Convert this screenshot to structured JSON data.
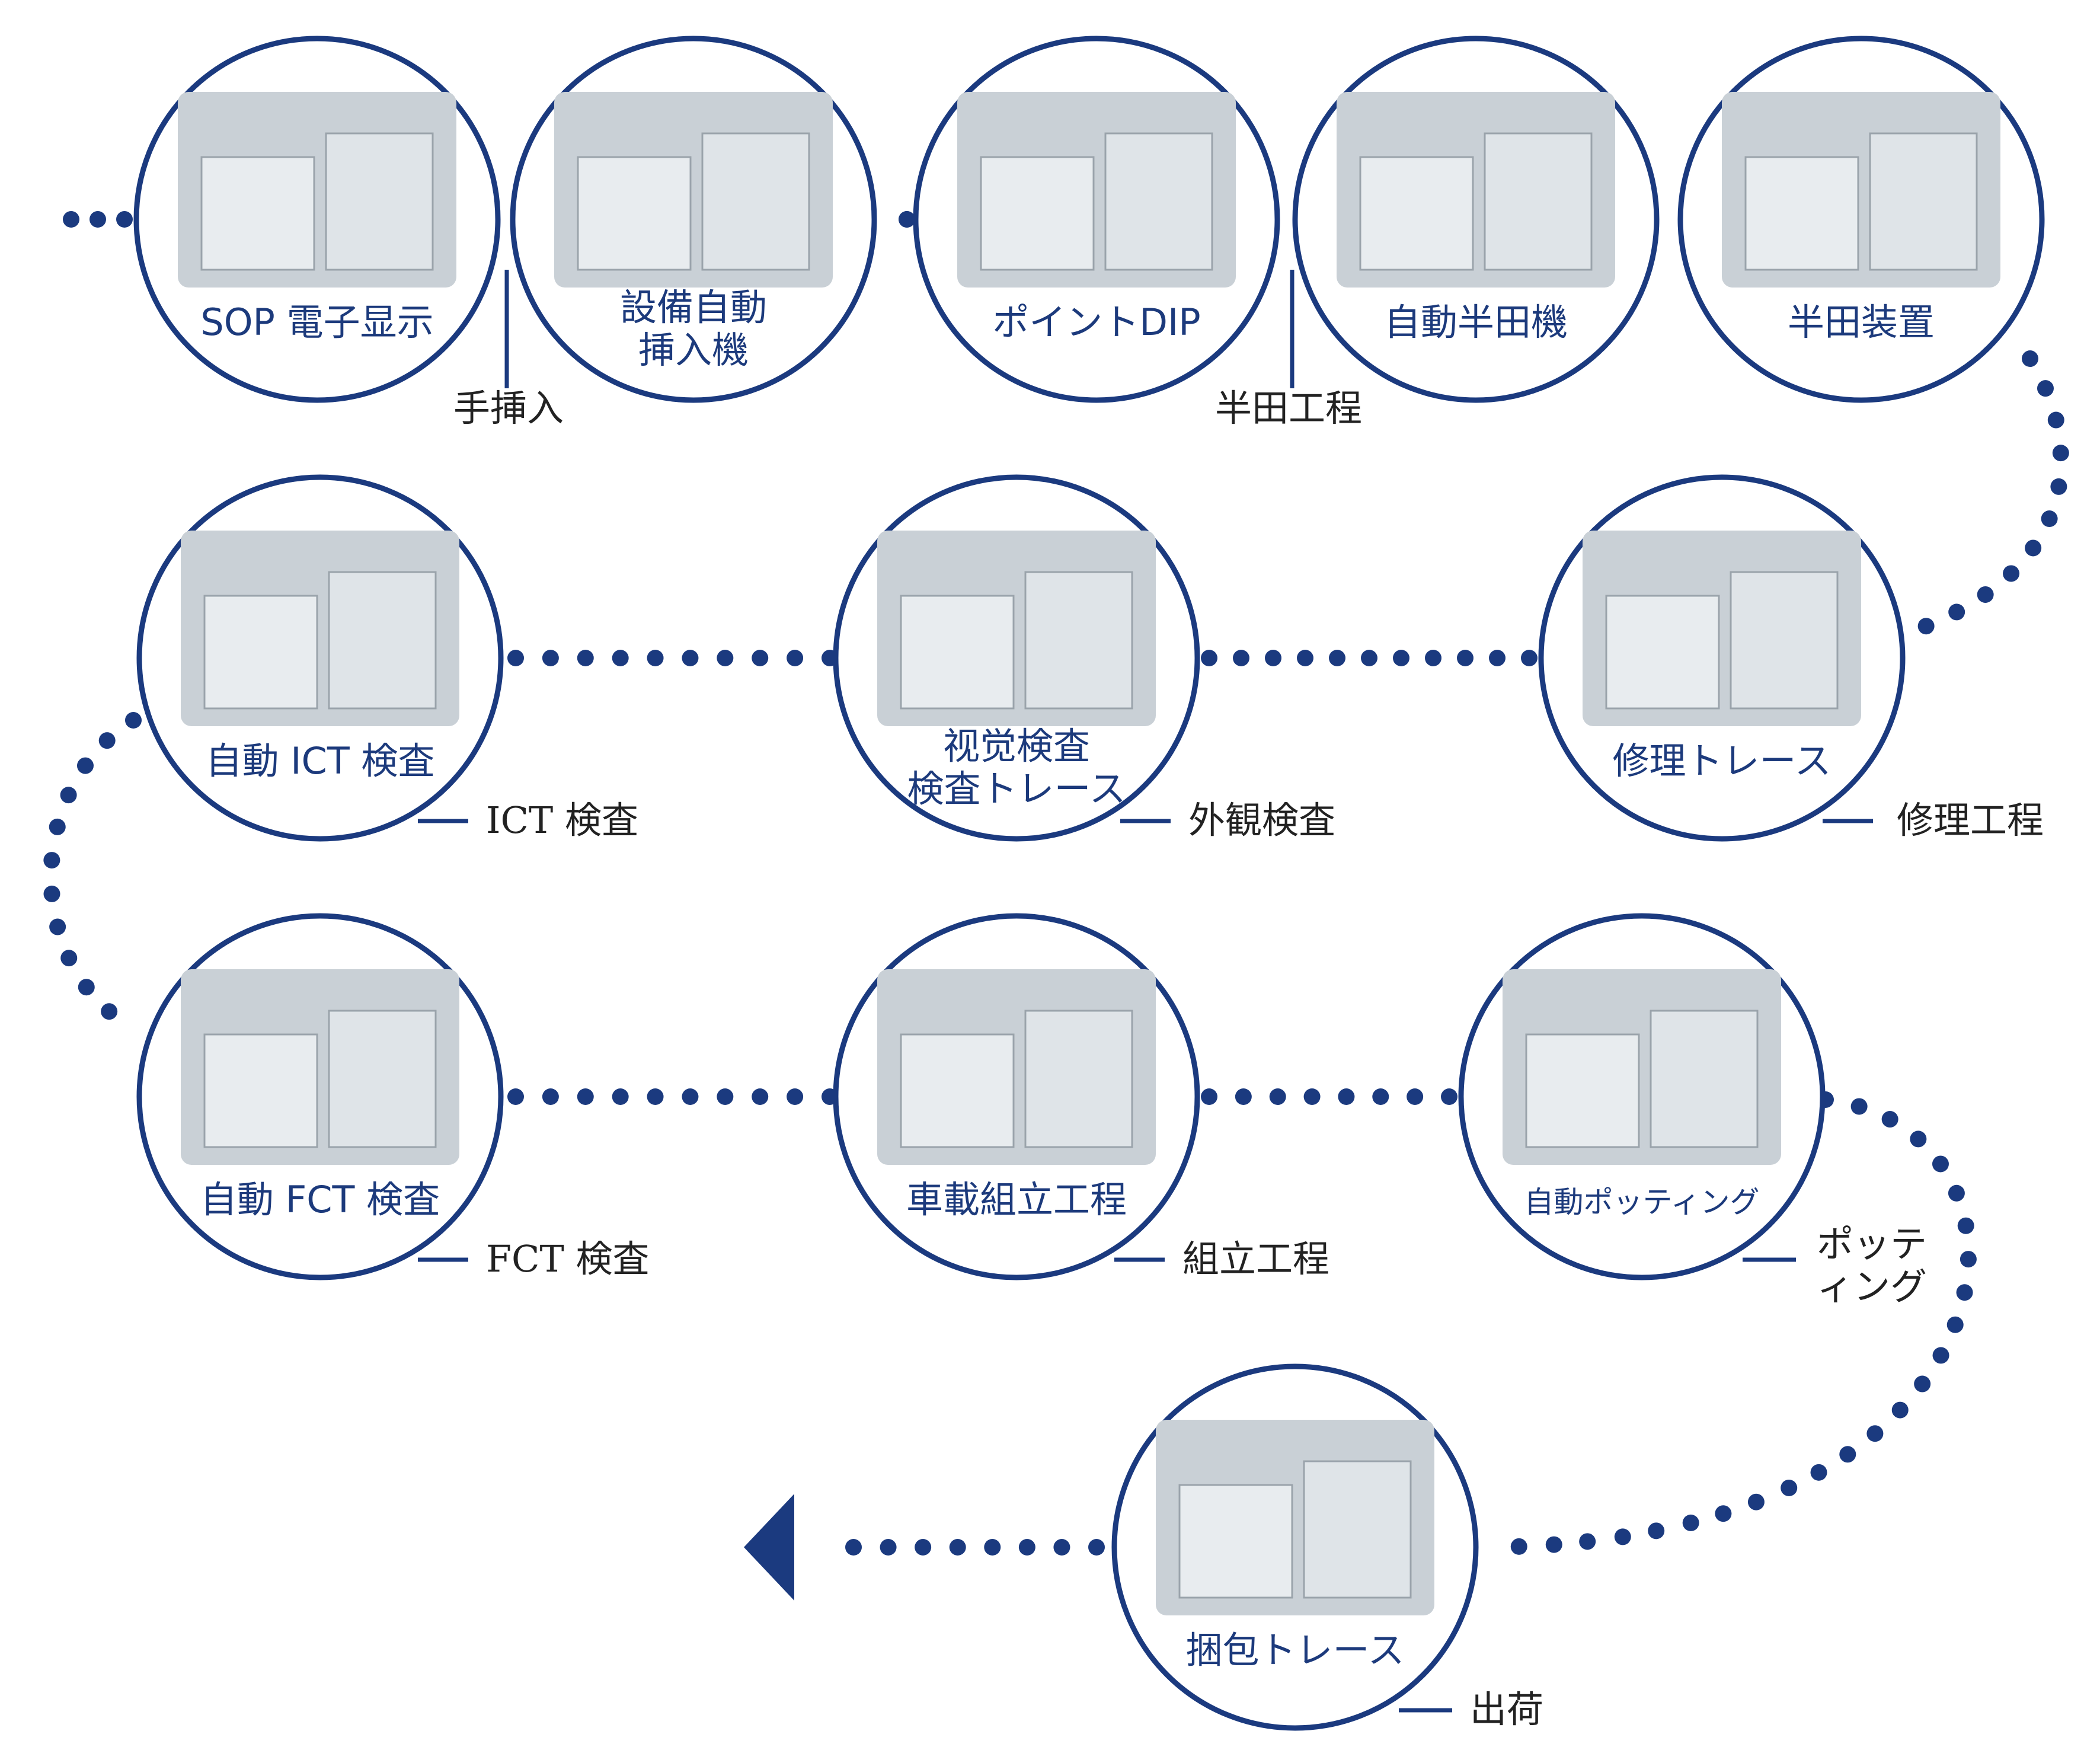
{
  "colors": {
    "accent": "#1b3a7f",
    "label_text": "#1c3a7c",
    "stage_text": "#222222",
    "photo_placeholder": "#c9d0d6"
  },
  "stations": [
    {
      "id": "sop",
      "lines": [
        "SOP 電子显示"
      ]
    },
    {
      "id": "auto-insert",
      "lines": [
        "設備自動",
        "挿入機"
      ]
    },
    {
      "id": "point-dip",
      "lines": [
        "ポイントDIP"
      ]
    },
    {
      "id": "auto-solder",
      "lines": [
        "自動半田機"
      ]
    },
    {
      "id": "solder-device",
      "lines": [
        "半田装置"
      ]
    },
    {
      "id": "repair",
      "lines": [
        "修理トレース"
      ]
    },
    {
      "id": "visual",
      "lines": [
        "视觉検査",
        "検査トレース"
      ]
    },
    {
      "id": "auto-ict",
      "lines": [
        "自動 ICT 検査"
      ]
    },
    {
      "id": "auto-fct",
      "lines": [
        "自動 FCT 検査"
      ]
    },
    {
      "id": "assembly",
      "lines": [
        "車載組立工程"
      ]
    },
    {
      "id": "potting",
      "lines": [
        "自動ポッティング"
      ]
    },
    {
      "id": "packing",
      "lines": [
        "捆包トレース"
      ]
    }
  ],
  "stages": [
    {
      "id": "manual-insert",
      "lines": [
        "手挿入"
      ]
    },
    {
      "id": "solder-process",
      "lines": [
        "半田工程"
      ]
    },
    {
      "id": "ict",
      "lines": [
        "ICT 検査"
      ]
    },
    {
      "id": "appearance",
      "lines": [
        "外観検査"
      ]
    },
    {
      "id": "repair-process",
      "lines": [
        "修理工程"
      ]
    },
    {
      "id": "fct",
      "lines": [
        "FCT 検査"
      ]
    },
    {
      "id": "assembly-process",
      "lines": [
        "組立工程"
      ]
    },
    {
      "id": "potting-process",
      "lines": [
        "ポッテ",
        "ィング"
      ]
    },
    {
      "id": "shipping",
      "lines": [
        "出荷"
      ]
    }
  ]
}
